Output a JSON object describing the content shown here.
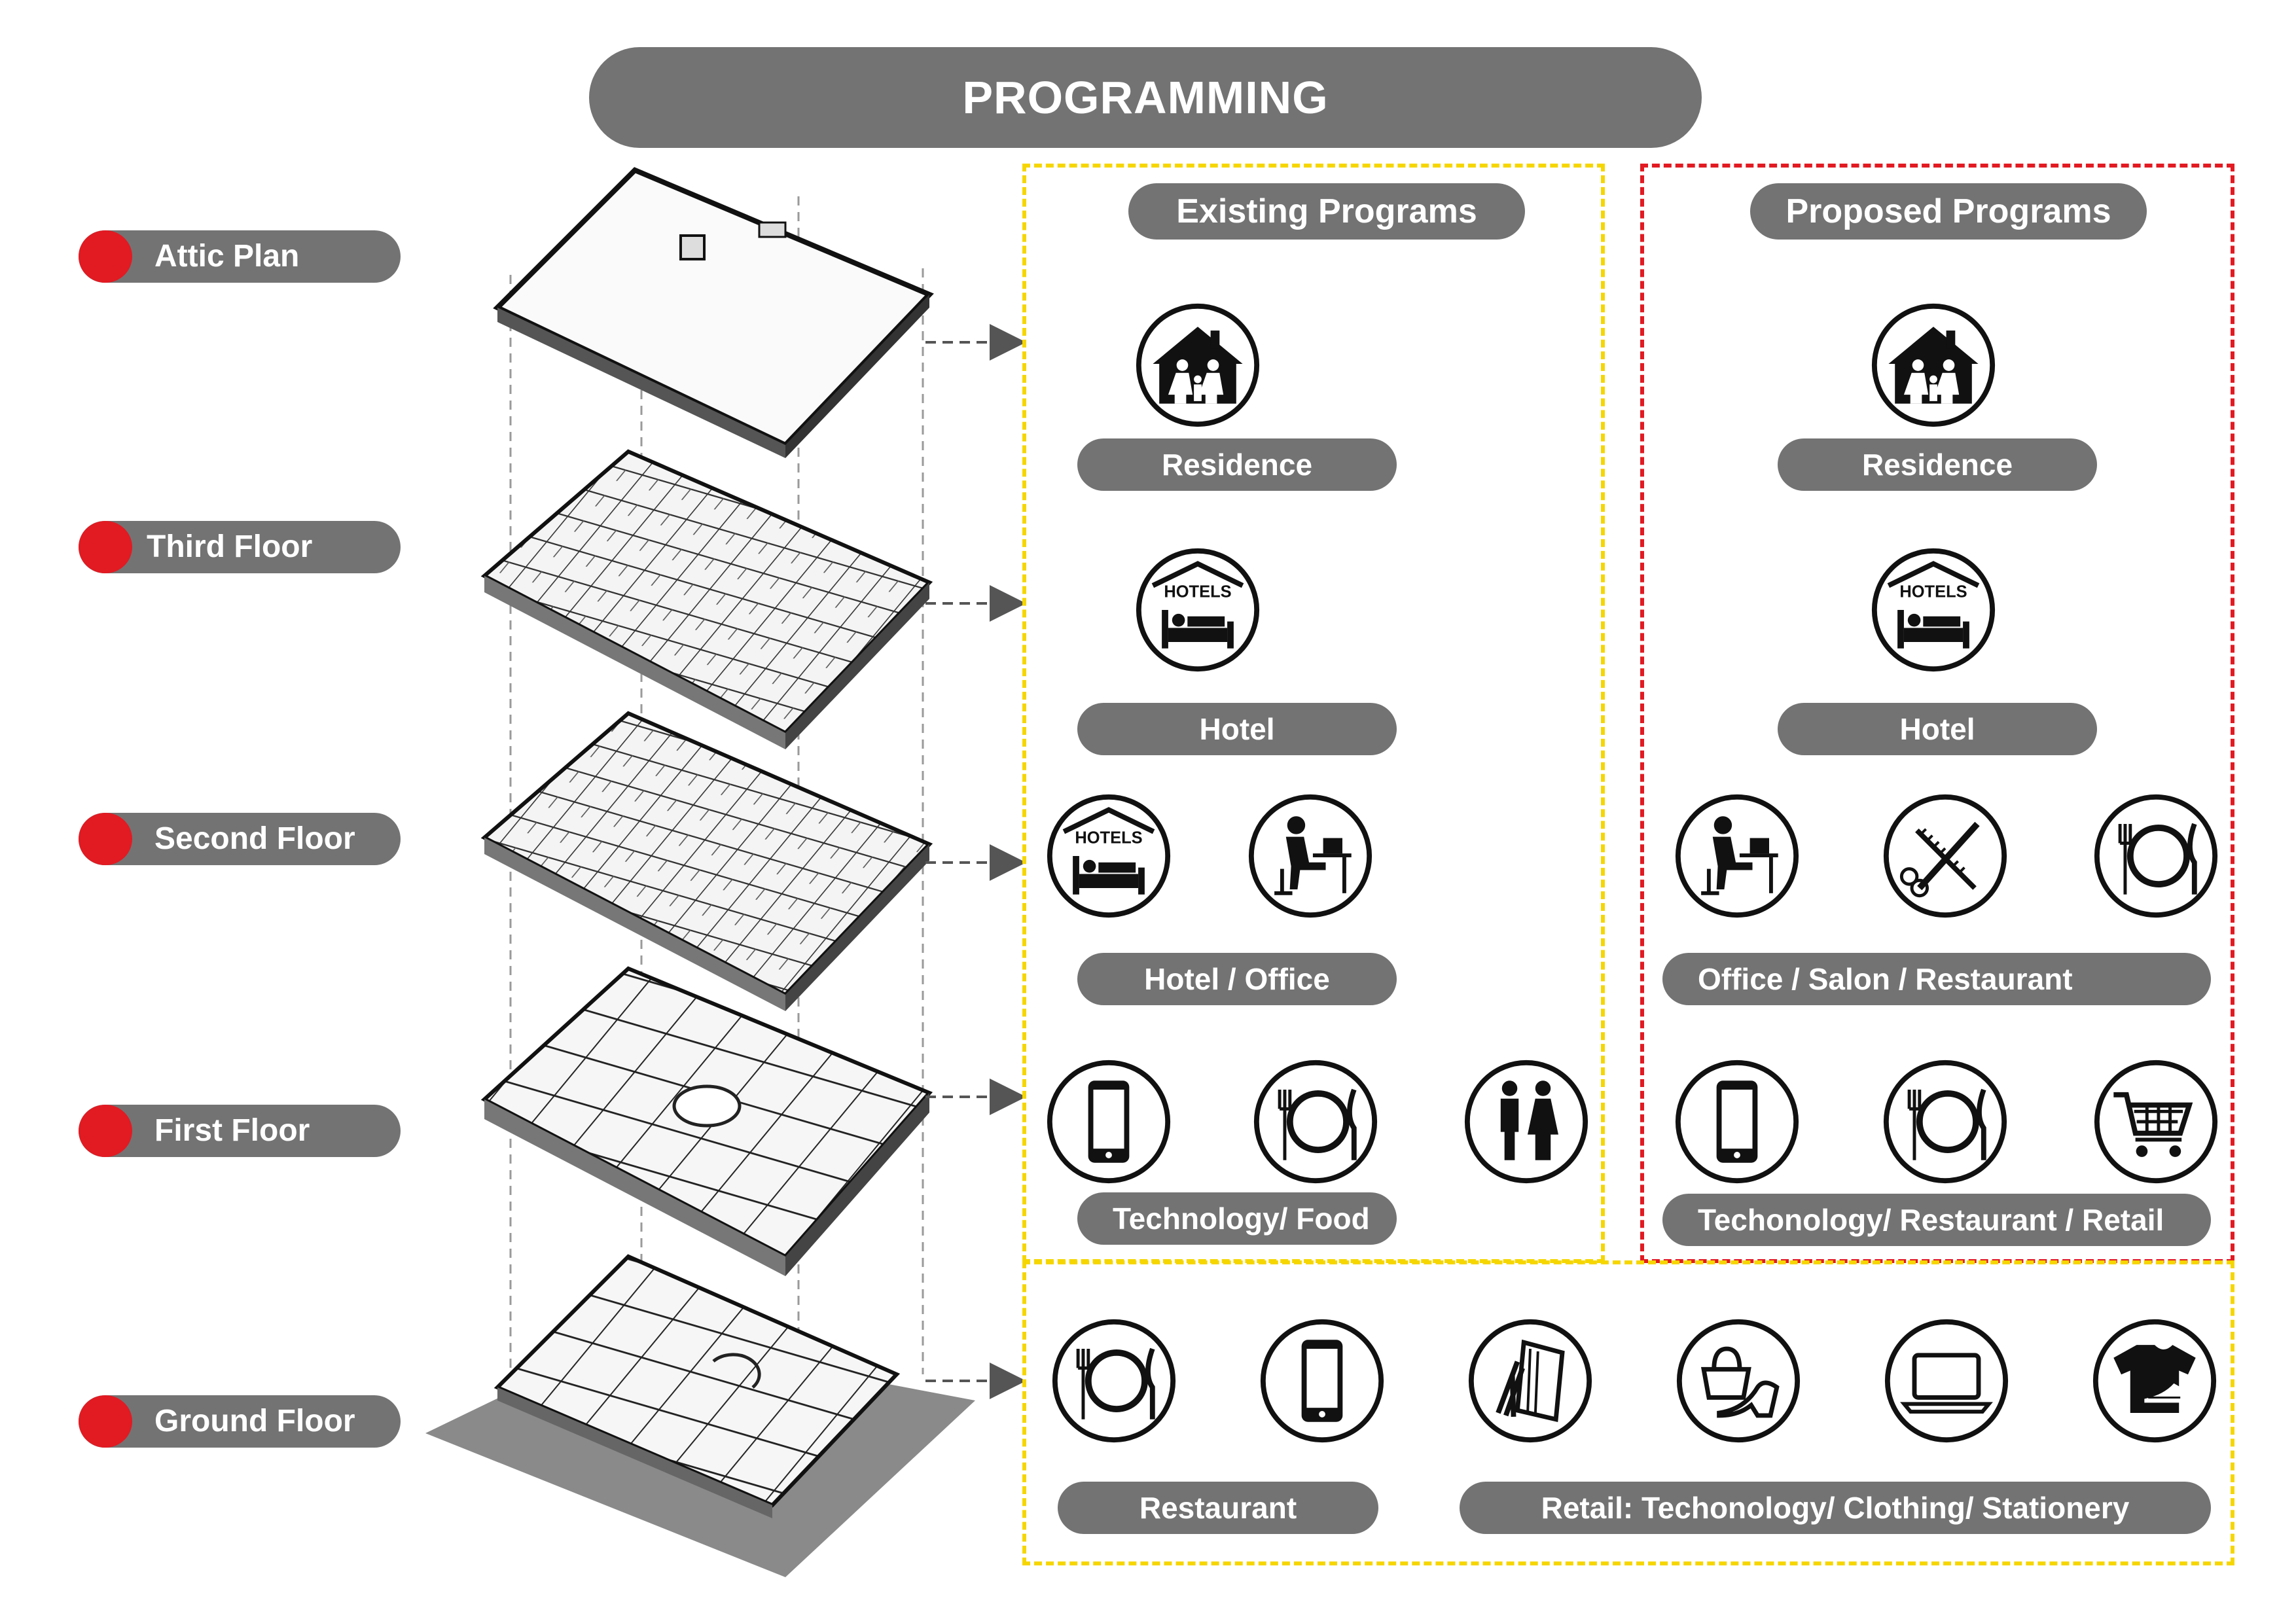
{
  "title": "PROGRAMMING",
  "floors": [
    "Attic Plan",
    "Third Floor",
    "Second Floor",
    "First Floor",
    "Ground Floor"
  ],
  "sections": {
    "existing": "Existing Programs",
    "proposed": "Proposed Programs"
  },
  "existing_programs": {
    "attic": "Residence",
    "third": "Hotel",
    "second": "Hotel / Office",
    "first": "Technology/ Food"
  },
  "proposed_programs": {
    "attic": "Residence",
    "third": "Hotel",
    "second": "Office / Salon / Restaurant",
    "first": "Techonology/ Restaurant / Retail"
  },
  "ground_programs": {
    "restaurant": "Restaurant",
    "retail": "Retail: Techonology/ Clothing/ Stationery"
  },
  "icon_text": {
    "hotels": "HOTELS"
  },
  "colors": {
    "pill": "#737373",
    "accent_red": "#e21a22",
    "frame_yellow": "#f5d600",
    "frame_red": "#e21a22"
  }
}
